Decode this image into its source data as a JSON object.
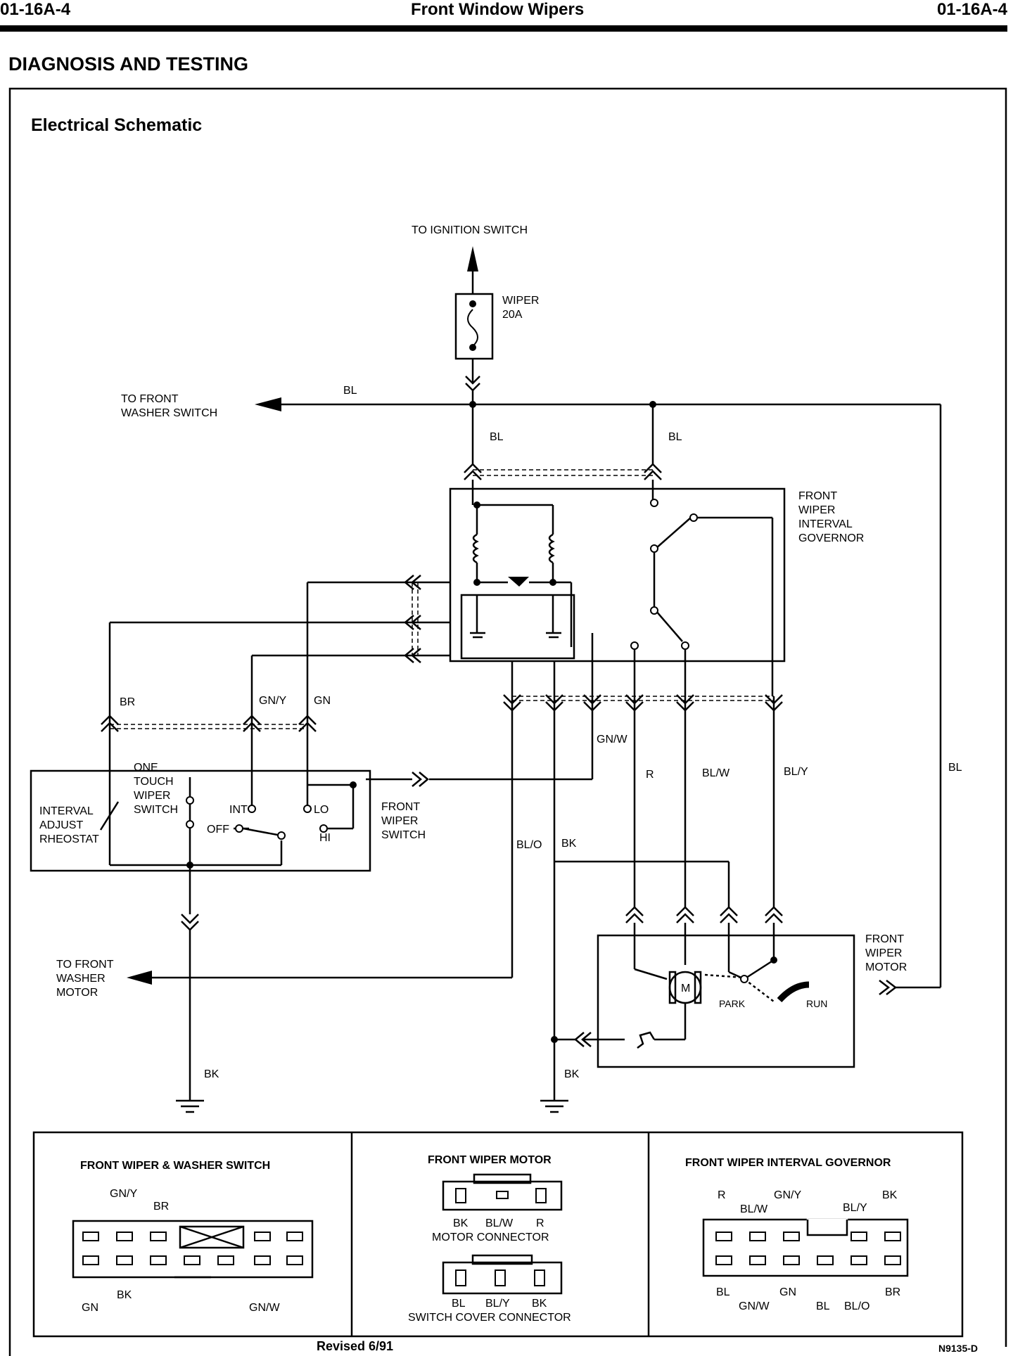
{
  "header": {
    "page_left": "01-16A-4",
    "title": "Front Window Wipers",
    "page_right": "01-16A-4"
  },
  "section_title": "DIAGNOSIS AND TESTING",
  "panel_title": "Electrical Schematic",
  "schematic": {
    "to_ignition": "TO IGNITION SWITCH",
    "fuse_name": "WIPER",
    "fuse_rating": "20A",
    "to_washer_switch": [
      "TO FRONT",
      "WASHER SWITCH"
    ],
    "to_washer_motor": [
      "TO FRONT",
      "WASHER",
      "MOTOR"
    ],
    "governor_label": [
      "FRONT",
      "WIPER",
      "INTERVAL",
      "GOVERNOR"
    ],
    "switch_label": [
      "FRONT",
      "WIPER",
      "SWITCH"
    ],
    "motor_label": [
      "FRONT",
      "WIPER",
      "MOTOR"
    ],
    "rheostat_label": [
      "INTERVAL",
      "ADJUST",
      "RHEOSTAT"
    ],
    "one_touch_label": [
      "ONE",
      "TOUCH",
      "WIPER",
      "SWITCH"
    ],
    "switch_positions": {
      "int": "INT",
      "lo": "LO",
      "off": "OFF",
      "hi": "HI"
    },
    "motor_symbol": "M",
    "park": "PARK",
    "run": "RUN",
    "wires": {
      "bl_top": "BL",
      "bl_left": "BL",
      "bl_right": "BL",
      "bl_far": "BL",
      "br": "BR",
      "gny": "GN/Y",
      "gn": "GN",
      "gnw": "GN/W",
      "r": "R",
      "blw": "BL/W",
      "bly": "BL/Y",
      "blo": "BL/O",
      "bk_mid": "BK",
      "bk_left": "BK",
      "bk_right": "BK"
    }
  },
  "connectors": {
    "switch": {
      "title": "FRONT WIPER & WASHER SWITCH",
      "top_labels": [
        "GN/Y",
        "BR"
      ],
      "bottom_labels": [
        "GN",
        "BK",
        "GN/W"
      ]
    },
    "motor": {
      "title": "FRONT WIPER MOTOR",
      "motor_pins": [
        "BK",
        "BL/W",
        "R"
      ],
      "motor_caption": "MOTOR CONNECTOR",
      "cover_pins": [
        "BL",
        "BL/Y",
        "BK"
      ],
      "cover_caption": "SWITCH COVER CONNECTOR"
    },
    "governor": {
      "title": "FRONT WIPER INTERVAL GOVERNOR",
      "top_labels": [
        "R",
        "BL/W",
        "GN/Y",
        "BL/Y",
        "BK"
      ],
      "bottom_labels": [
        "BL",
        "GN/W",
        "GN",
        "BL",
        "BL/O",
        "BR"
      ]
    }
  },
  "figure_id": "N9135-D",
  "footer": "Revised 6/91"
}
